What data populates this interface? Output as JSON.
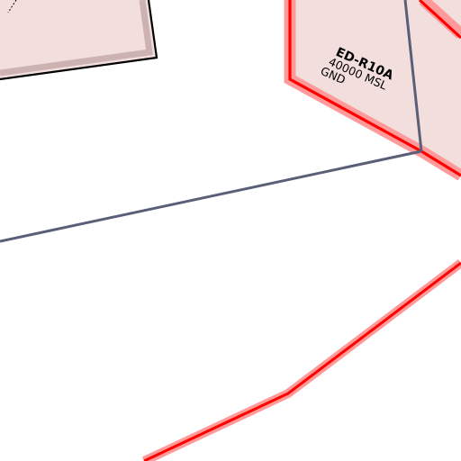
{
  "map": {
    "airspaces": [
      {
        "id": "ED-R10A",
        "name": "ED-R10A",
        "upper_limit": "40000 MSL",
        "lower_limit": "GND",
        "kind": "restricted",
        "border_color": "#ff0000",
        "halo_color": "#ff9090",
        "fill_color": "#f3dede"
      },
      {
        "id": "adjacent-area",
        "kind": "airspace",
        "border_color": "#000000",
        "fill_color": "#f3dede"
      }
    ],
    "boundary_line_color": "#5a5f78",
    "background_color": "#ffffff"
  }
}
